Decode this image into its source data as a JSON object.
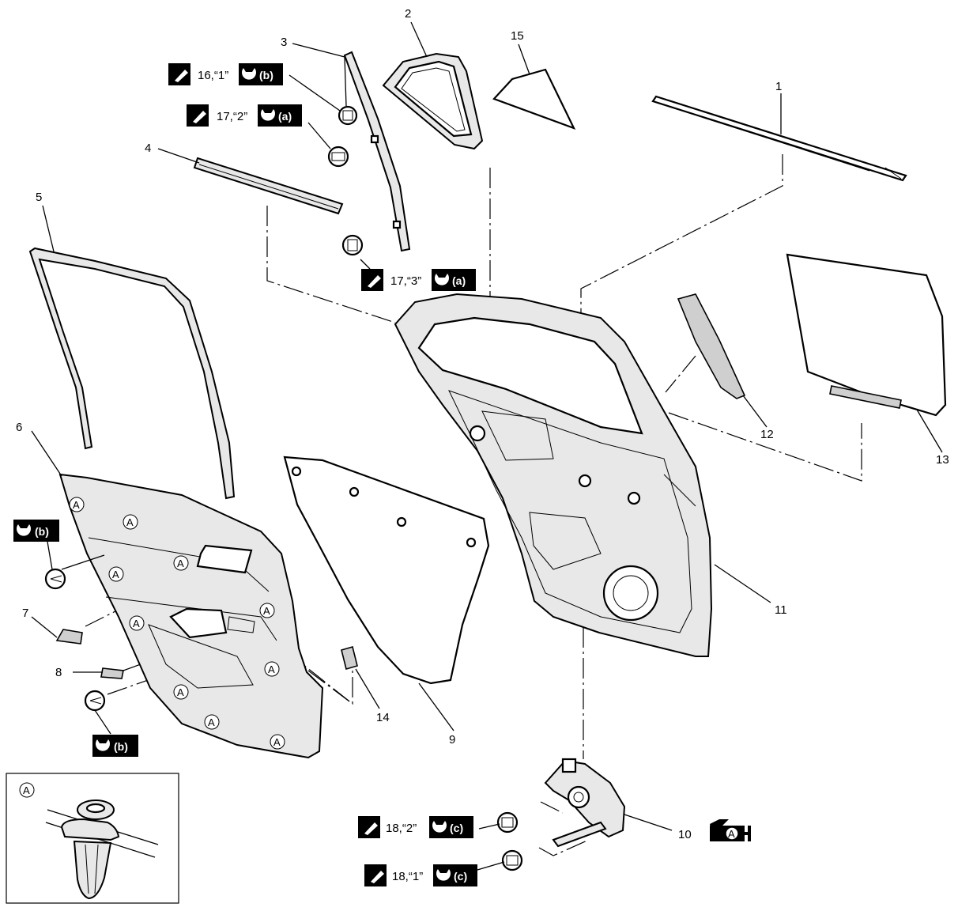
{
  "part_numbers": {
    "p1": "1",
    "p2": "2",
    "p3": "3",
    "p4": "4",
    "p5": "5",
    "p6": "6",
    "p7": "7",
    "p8": "8",
    "p9": "9",
    "p10": "10",
    "p11": "11",
    "p12": "12",
    "p13": "13",
    "p14": "14",
    "p15": "15"
  },
  "torque_specs": {
    "t1": "16,“1”",
    "t2": "17,“2”",
    "t3": "17,“3”",
    "t4": "18,“2”",
    "t5": "18,“1”"
  },
  "tool_badges": {
    "a": "(a)",
    "b": "(b)",
    "c": "(c)"
  },
  "clip_label": "A",
  "grease_label": "A",
  "icons": [
    "wrench-icon",
    "torque-marker-icon",
    "grease-icon",
    "clip-fastener-icon"
  ]
}
